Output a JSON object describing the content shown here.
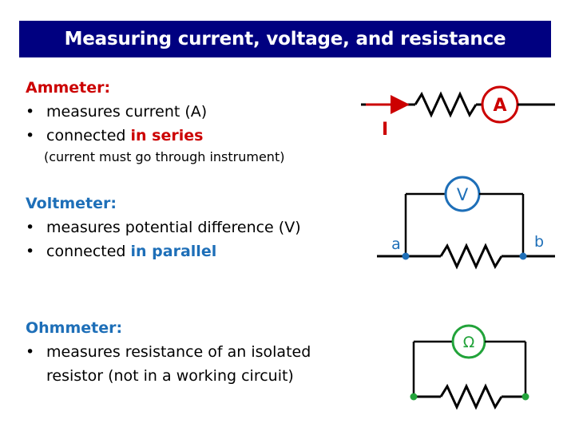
{
  "title": "Measuring current, voltage, and resistance",
  "ammeter": {
    "heading": "Ammeter:",
    "bullet1": "measures current (A)",
    "bullet2_prefix": "connected ",
    "bullet2_emph": "in series",
    "note": "(current must go through instrument)"
  },
  "voltmeter": {
    "heading": "Voltmeter:",
    "bullet1": "measures potential difference (V)",
    "bullet2_prefix": "connected ",
    "bullet2_emph": "in parallel"
  },
  "ohmmeter": {
    "heading": "Ohmmeter:",
    "bullet1_line1": "measures resistance of an isolated",
    "bullet1_line2": "resistor (not in a working circuit)"
  },
  "diagram": {
    "ammeter_symbol": "A",
    "current_label": "I",
    "voltmeter_symbol": "V",
    "node_a": "a",
    "node_b": "b",
    "ohmmeter_symbol": "Ω"
  },
  "colors": {
    "title_bg": "#000080",
    "ammeter": "#cc0000",
    "voltmeter": "#1e6fb8",
    "ohmmeter": "#22a33a"
  }
}
